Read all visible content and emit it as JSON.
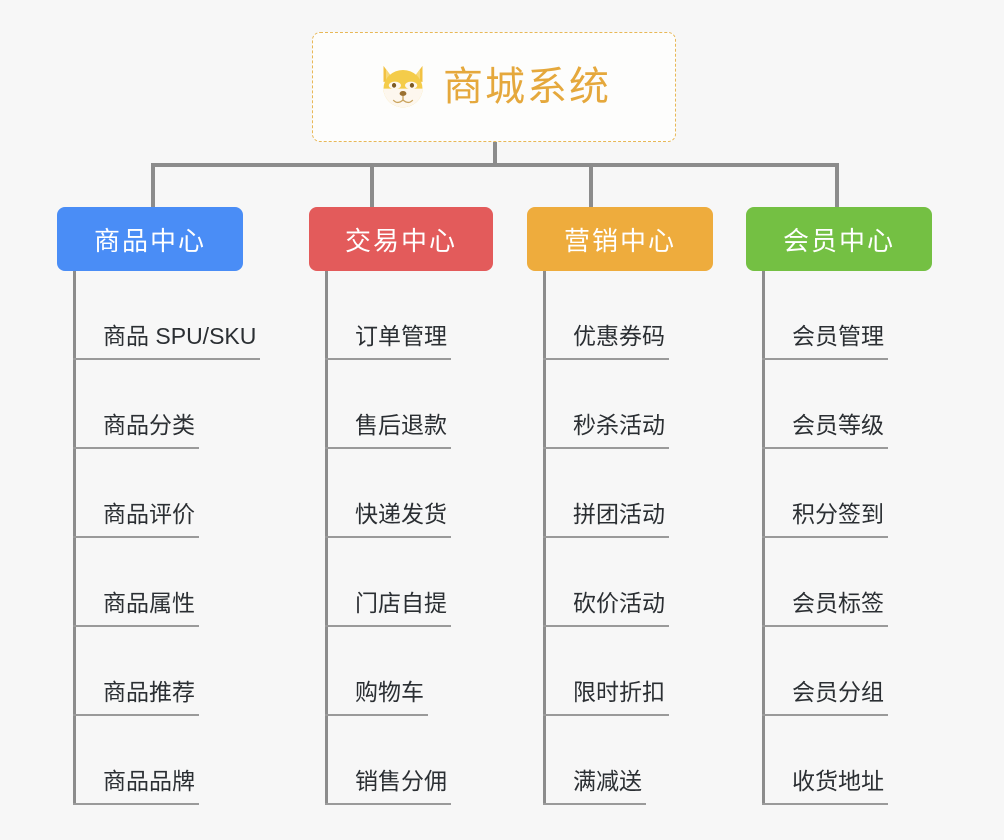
{
  "background_color": "#f7f7f7",
  "root": {
    "title": "商城系统",
    "icon": "shiba-dog-face-icon",
    "text_color": "#e5a83c",
    "border_color": "#e8b857"
  },
  "columns": [
    {
      "id": "product-center",
      "label": "商品中心",
      "color": "#4a8df6",
      "items": [
        "商品 SPU/SKU",
        "商品分类",
        "商品评价",
        "商品属性",
        "商品推荐",
        "商品品牌"
      ]
    },
    {
      "id": "trade-center",
      "label": "交易中心",
      "color": "#e35b5b",
      "items": [
        "订单管理",
        "售后退款",
        "快递发货",
        "门店自提",
        "购物车",
        "销售分佣"
      ]
    },
    {
      "id": "marketing-center",
      "label": "营销中心",
      "color": "#eeac3d",
      "items": [
        "优惠券码",
        "秒杀活动",
        "拼团活动",
        "砍价活动",
        "限时折扣",
        "满减送"
      ]
    },
    {
      "id": "member-center",
      "label": "会员中心",
      "color": "#74c043",
      "items": [
        "会员管理",
        "会员等级",
        "积分签到",
        "会员标签",
        "会员分组",
        "收货地址"
      ]
    }
  ]
}
